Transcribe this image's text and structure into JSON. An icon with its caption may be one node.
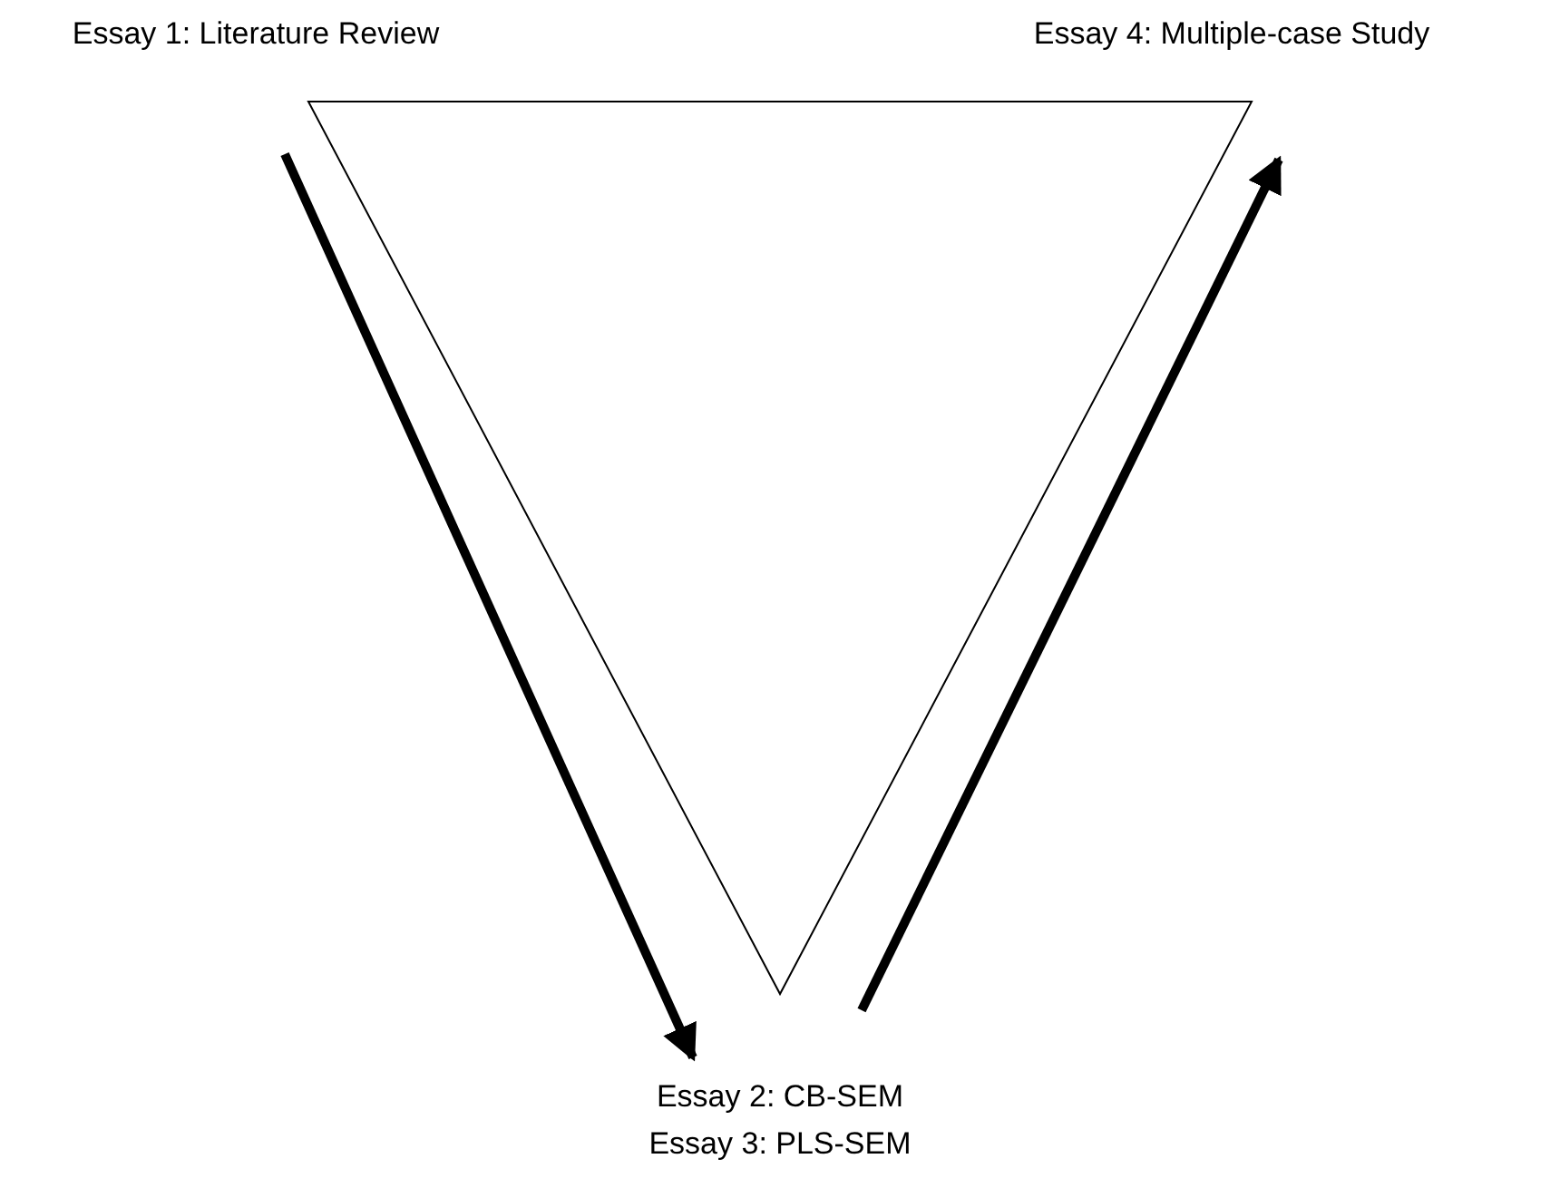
{
  "diagram": {
    "nodes": [
      {
        "text": [
          "Essay 1: Literature Review"
        ]
      },
      {
        "text": [
          "Essay 4: Multiple-case Study"
        ]
      },
      {
        "text": [
          "Essay 2: CB-SEM",
          "Essay 3: PLS-SEM"
        ]
      }
    ],
    "edges": [
      {
        "from": 0,
        "to": 2,
        "arrow": "to"
      },
      {
        "from": 2,
        "to": 1,
        "arrow": "to"
      }
    ]
  }
}
